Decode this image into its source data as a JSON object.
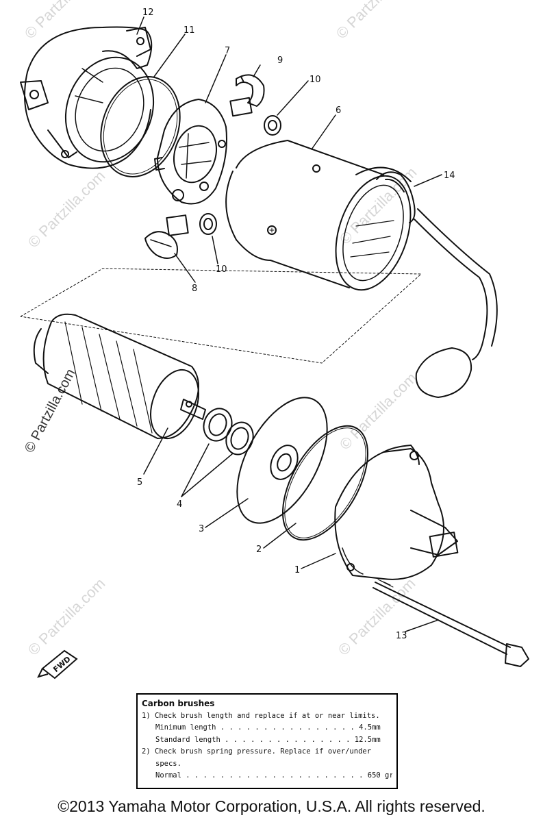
{
  "watermark": {
    "brand": "© Partzilla.com",
    "side_text": "© Partzilla.com"
  },
  "callouts": {
    "c1": "1",
    "c2": "2",
    "c3": "3",
    "c4": "4",
    "c5": "5",
    "c6": "6",
    "c7": "7",
    "c8": "8",
    "c9": "9",
    "c10a": "10",
    "c10b": "10",
    "c11": "11",
    "c12": "12",
    "c13": "13",
    "c14": "14"
  },
  "fwd_label": "FWD",
  "notes": {
    "title": "Carbon brushes",
    "line1": "1) Check brush length and replace if at or near limits.",
    "line2": "Minimum length . . . . . . . . . . . . . . . . 4.5mm",
    "line3": "Standard length . . . . . . . . . . . . . . . 12.5mm",
    "line4": "2) Check brush spring pressure. Replace if over/under",
    "line5": "specs.",
    "line6": "Normal . . . . . . . . . . . . . . . . . . . . . 650 gr"
  },
  "copyright": "©2013 Yamaha Motor Corporation, U.S.A. All rights reserved."
}
